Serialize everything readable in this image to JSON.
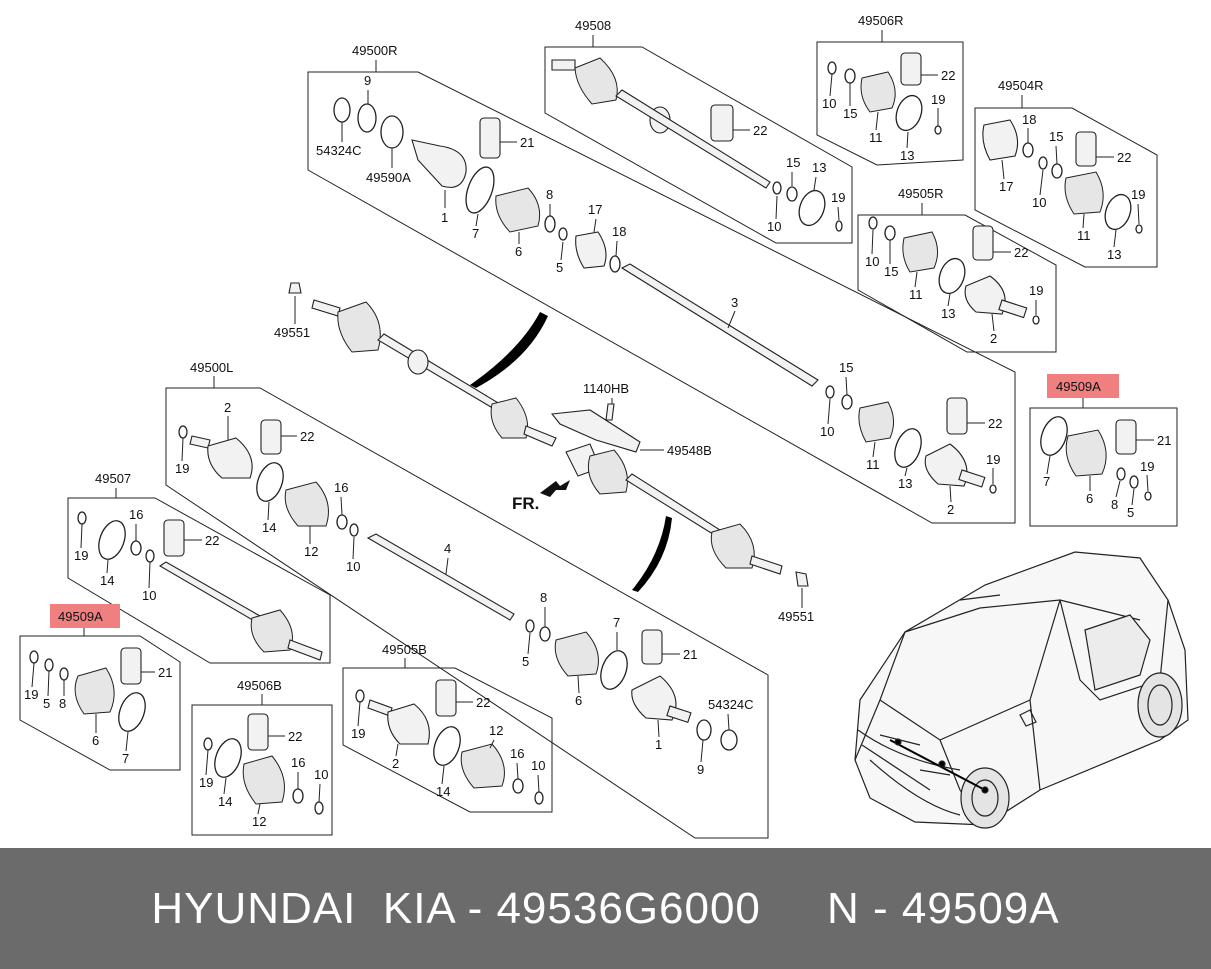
{
  "groups": {
    "g49500R": "49500R",
    "g49508": "49508",
    "g49506R": "49506R",
    "g49504R": "49504R",
    "g49505R": "49505R",
    "g49509A_right": "49509A",
    "g49500L": "49500L",
    "g49507": "49507",
    "g49509A_left": "49509A",
    "g49506B": "49506B",
    "g49505B": "49505B"
  },
  "callouts": {
    "c9a": "9",
    "c54324Ca": "54324C",
    "c49590A": "49590A",
    "c21a": "21",
    "c1a": "1",
    "c7a": "7",
    "c8a": "8",
    "c6a": "6",
    "c17a": "17",
    "c18a": "18",
    "c5a": "5",
    "c3": "3",
    "c22_508": "22",
    "c15_508": "15",
    "c13_508": "13",
    "c10_508": "10",
    "c19_508": "19",
    "c22_506R": "22",
    "c10_506R": "10",
    "c15_506R": "15",
    "c19_506R": "19",
    "c11_506R": "11",
    "c13_506R": "13",
    "c18_504R": "18",
    "c15_504R": "15",
    "c22_504R": "22",
    "c17_504R": "17",
    "c10_504R": "10",
    "c19_504R": "19",
    "c11_504R": "11",
    "c13_504R": "13",
    "c22_505R": "22",
    "c10_505R": "10",
    "c15_505R": "15",
    "c11_505R": "11",
    "c13_505R": "13",
    "c19_505R": "19",
    "c2_505R": "2",
    "c49551a": "49551",
    "c49551b": "49551",
    "c1140HB": "1140HB",
    "c49548B": "49548B",
    "fr": "FR.",
    "c15m": "15",
    "c10m": "10",
    "c22m": "22",
    "c11m": "11",
    "c13m": "13",
    "c19m": "19",
    "c2m": "2",
    "c21_9R": "21",
    "c19_9R": "19",
    "c7_9R": "7",
    "c6_9R": "6",
    "c8_9R": "8",
    "c5_9R": "5",
    "c2L": "2",
    "c22L": "22",
    "c19L": "19",
    "c14L": "14",
    "c16L": "16",
    "c12L": "12",
    "c10L": "10",
    "c4": "4",
    "c8L": "8",
    "c5L": "5",
    "c7L": "7",
    "c21L": "21",
    "c6L": "6",
    "c54324CL": "54324C",
    "c1L": "1",
    "c9L": "9",
    "c16_507": "16",
    "c22_507": "22",
    "c19_507": "19",
    "c14_507": "14",
    "c10_507": "10",
    "c19_9L": "19",
    "c5_9L": "5",
    "c8_9L": "8",
    "c21_9L": "21",
    "c6_9L": "6",
    "c7_9L": "7",
    "c22_506B": "22",
    "c19_506B": "19",
    "c14_506B": "14",
    "c16_506B": "16",
    "c10_506B": "10",
    "c12_506B": "12",
    "c22_505B": "22",
    "c19_505B": "19",
    "c12_505B": "12",
    "c2_505B": "2",
    "c14_505B": "14",
    "c16_505B": "16",
    "c10_505B": "10"
  },
  "footer": {
    "text": "HYUNDAI  KIA - 49536G6000     N - 49509A"
  },
  "colors": {
    "highlight": "#f08080",
    "footer_bg": "#6b6b6b",
    "footer_text": "#ffffff"
  }
}
